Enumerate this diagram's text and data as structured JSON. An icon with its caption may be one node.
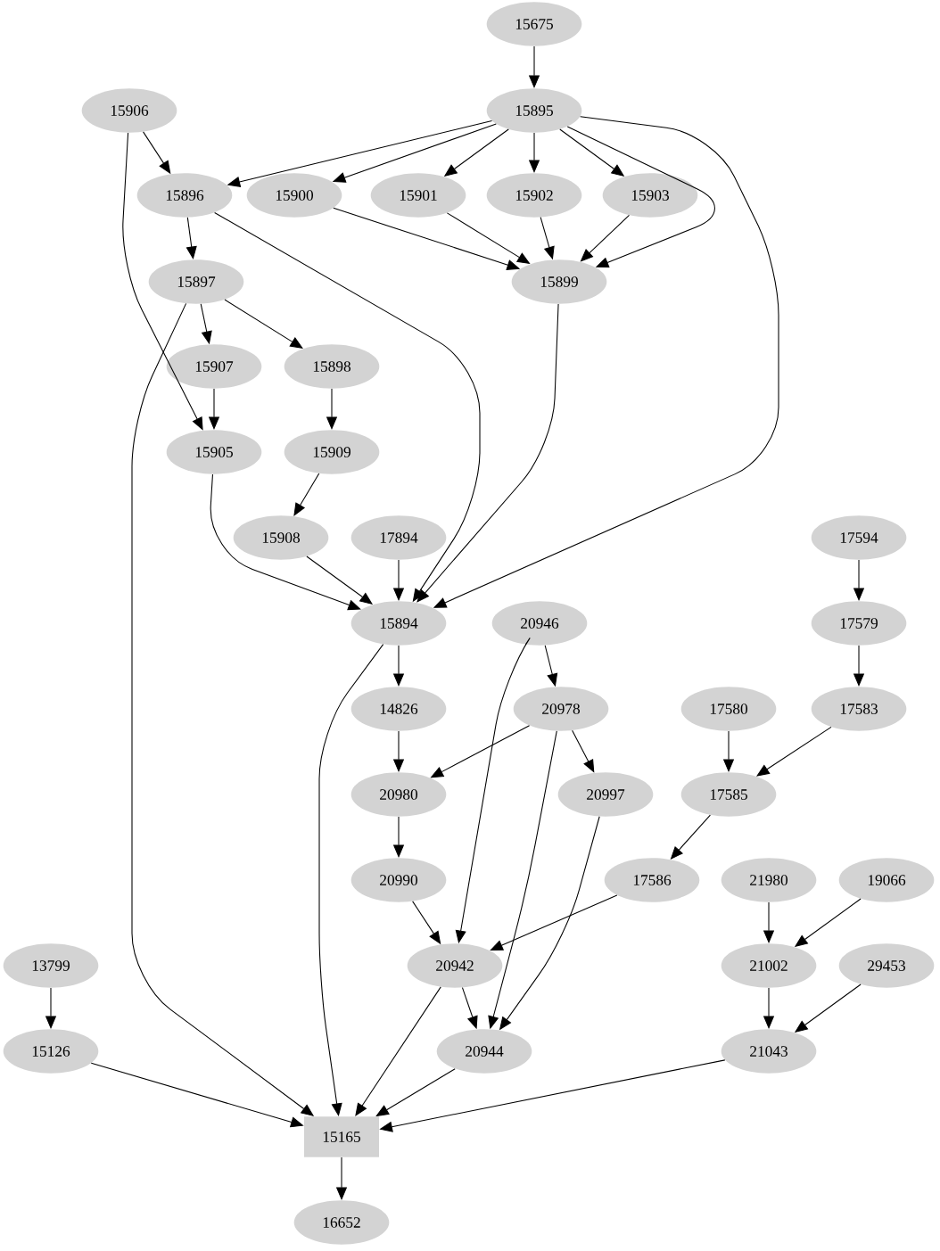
{
  "diagram": {
    "nodes": [
      {
        "text": [
          "15675"
        ]
      },
      {
        "text": [
          "15906"
        ]
      },
      {
        "text": [
          "15895"
        ]
      },
      {
        "text": [
          "15896"
        ]
      },
      {
        "text": [
          "15900"
        ]
      },
      {
        "text": [
          "15901"
        ]
      },
      {
        "text": [
          "15902"
        ]
      },
      {
        "text": [
          "15903"
        ]
      },
      {
        "text": [
          "15897"
        ]
      },
      {
        "text": [
          "15899"
        ]
      },
      {
        "text": [
          "15907"
        ]
      },
      {
        "text": [
          "15898"
        ]
      },
      {
        "text": [
          "15905"
        ]
      },
      {
        "text": [
          "15909"
        ]
      },
      {
        "text": [
          "15908"
        ]
      },
      {
        "text": [
          "17894"
        ]
      },
      {
        "text": [
          "17594"
        ]
      },
      {
        "text": [
          "15894"
        ]
      },
      {
        "text": [
          "20946"
        ]
      },
      {
        "text": [
          "17579"
        ]
      },
      {
        "text": [
          "14826"
        ]
      },
      {
        "text": [
          "20978"
        ]
      },
      {
        "text": [
          "17580"
        ]
      },
      {
        "text": [
          "17583"
        ]
      },
      {
        "text": [
          "20980"
        ]
      },
      {
        "text": [
          "20997"
        ]
      },
      {
        "text": [
          "17585"
        ]
      },
      {
        "text": [
          "20990"
        ]
      },
      {
        "text": [
          "17586"
        ]
      },
      {
        "text": [
          "21980"
        ]
      },
      {
        "text": [
          "19066"
        ]
      },
      {
        "text": [
          "13799"
        ]
      },
      {
        "text": [
          "20942"
        ]
      },
      {
        "text": [
          "21002"
        ]
      },
      {
        "text": [
          "29453"
        ]
      },
      {
        "text": [
          "15126"
        ]
      },
      {
        "text": [
          "20944"
        ]
      },
      {
        "text": [
          "21043"
        ]
      },
      {
        "text": [
          "15165"
        ]
      },
      {
        "text": [
          "16652"
        ]
      }
    ],
    "edges": [
      {
        "from": 0,
        "to": 2,
        "arrow": "to"
      },
      {
        "from": 1,
        "to": 3,
        "arrow": "to"
      },
      {
        "from": 1,
        "to": 12,
        "arrow": "to"
      },
      {
        "from": 2,
        "to": 3,
        "arrow": "to"
      },
      {
        "from": 2,
        "to": 4,
        "arrow": "to"
      },
      {
        "from": 2,
        "to": 5,
        "arrow": "to"
      },
      {
        "from": 2,
        "to": 6,
        "arrow": "to"
      },
      {
        "from": 2,
        "to": 7,
        "arrow": "to"
      },
      {
        "from": 2,
        "to": 9,
        "arrow": "to"
      },
      {
        "from": 2,
        "to": 17,
        "arrow": "to"
      },
      {
        "from": 3,
        "to": 8,
        "arrow": "to"
      },
      {
        "from": 3,
        "to": 17,
        "arrow": "to"
      },
      {
        "from": 4,
        "to": 9,
        "arrow": "to"
      },
      {
        "from": 5,
        "to": 9,
        "arrow": "to"
      },
      {
        "from": 6,
        "to": 9,
        "arrow": "to"
      },
      {
        "from": 7,
        "to": 9,
        "arrow": "to"
      },
      {
        "from": 8,
        "to": 10,
        "arrow": "to"
      },
      {
        "from": 8,
        "to": 11,
        "arrow": "to"
      },
      {
        "from": 8,
        "to": 38,
        "arrow": "to"
      },
      {
        "from": 9,
        "to": 17,
        "arrow": "to"
      },
      {
        "from": 10,
        "to": 12,
        "arrow": "to"
      },
      {
        "from": 11,
        "to": 13,
        "arrow": "to"
      },
      {
        "from": 12,
        "to": 17,
        "arrow": "to"
      },
      {
        "from": 13,
        "to": 14,
        "arrow": "to"
      },
      {
        "from": 14,
        "to": 17,
        "arrow": "to"
      },
      {
        "from": 15,
        "to": 17,
        "arrow": "to"
      },
      {
        "from": 16,
        "to": 19,
        "arrow": "to"
      },
      {
        "from": 17,
        "to": 20,
        "arrow": "to"
      },
      {
        "from": 17,
        "to": 38,
        "arrow": "to"
      },
      {
        "from": 18,
        "to": 21,
        "arrow": "to"
      },
      {
        "from": 18,
        "to": 32,
        "arrow": "to"
      },
      {
        "from": 19,
        "to": 23,
        "arrow": "to"
      },
      {
        "from": 20,
        "to": 24,
        "arrow": "to"
      },
      {
        "from": 21,
        "to": 24,
        "arrow": "to"
      },
      {
        "from": 21,
        "to": 25,
        "arrow": "to"
      },
      {
        "from": 21,
        "to": 36,
        "arrow": "to"
      },
      {
        "from": 22,
        "to": 26,
        "arrow": "to"
      },
      {
        "from": 23,
        "to": 26,
        "arrow": "to"
      },
      {
        "from": 24,
        "to": 27,
        "arrow": "to"
      },
      {
        "from": 25,
        "to": 36,
        "arrow": "to"
      },
      {
        "from": 26,
        "to": 28,
        "arrow": "to"
      },
      {
        "from": 27,
        "to": 32,
        "arrow": "to"
      },
      {
        "from": 28,
        "to": 32,
        "arrow": "to"
      },
      {
        "from": 29,
        "to": 33,
        "arrow": "to"
      },
      {
        "from": 30,
        "to": 33,
        "arrow": "to"
      },
      {
        "from": 31,
        "to": 35,
        "arrow": "to"
      },
      {
        "from": 32,
        "to": 36,
        "arrow": "to"
      },
      {
        "from": 32,
        "to": 38,
        "arrow": "to"
      },
      {
        "from": 33,
        "to": 37,
        "arrow": "to"
      },
      {
        "from": 34,
        "to": 37,
        "arrow": "to"
      },
      {
        "from": 35,
        "to": 38,
        "arrow": "to"
      },
      {
        "from": 36,
        "to": 38,
        "arrow": "to"
      },
      {
        "from": 37,
        "to": 38,
        "arrow": "to"
      },
      {
        "from": 38,
        "to": 39,
        "arrow": "to"
      }
    ]
  }
}
